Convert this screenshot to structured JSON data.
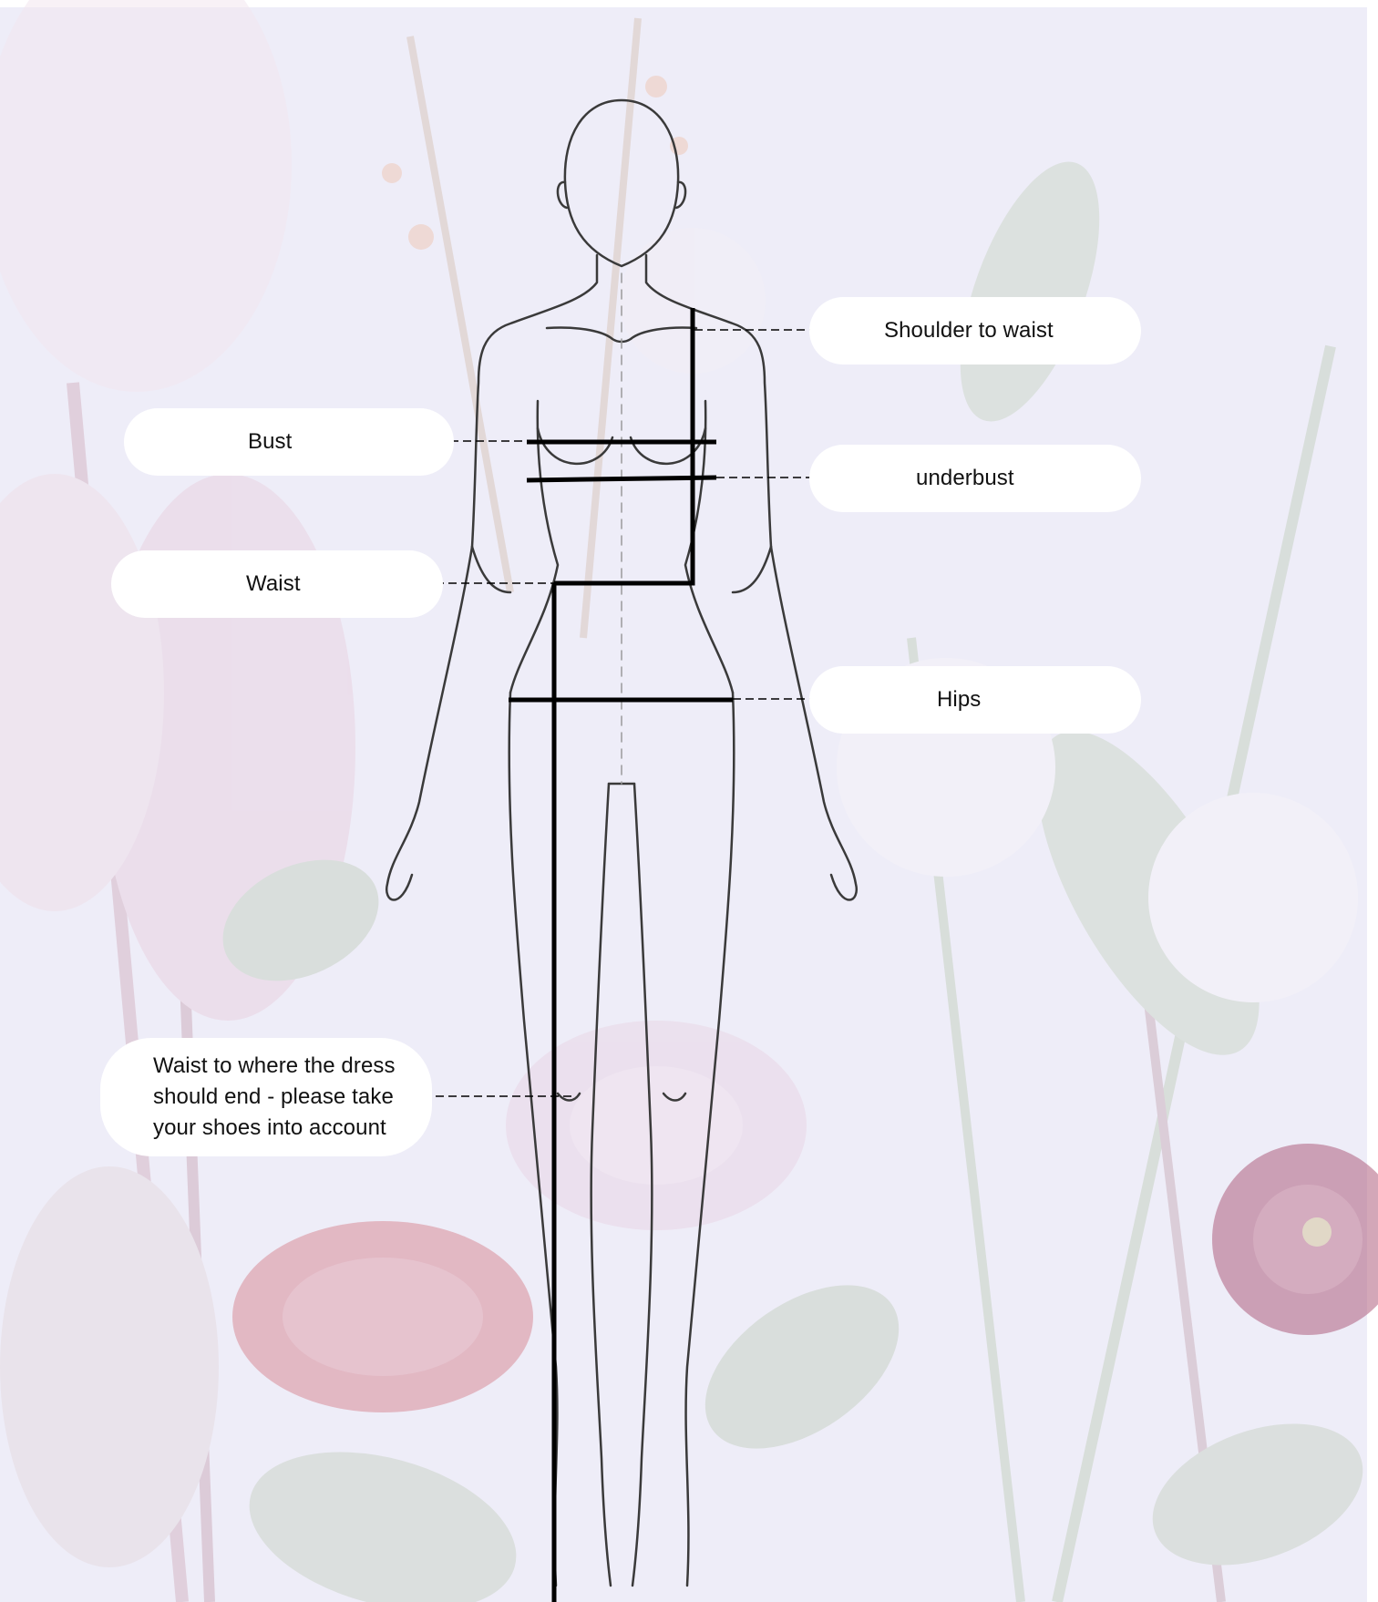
{
  "colors": {
    "background": "#eeedf8",
    "label_background": "#ffffff",
    "figure_stroke": "#3a3a3a",
    "measure_stroke": "#000000",
    "leaf_green": "#c9d3c6",
    "flower_pink": "#ead7e6",
    "flower_red": "#d98d99",
    "flower_magenta": "#b0607f"
  },
  "labels": {
    "shoulder_to_waist": "Shoulder to waist",
    "bust": "Bust",
    "underbust": "underbust",
    "waist": "Waist",
    "hips": "Hips",
    "waist_to_hem": "Waist to where the dress should end - please take your shoes into account"
  },
  "icons": {
    "figure": "fashion-croquis-figure-icon",
    "background": "floral-backdrop"
  }
}
